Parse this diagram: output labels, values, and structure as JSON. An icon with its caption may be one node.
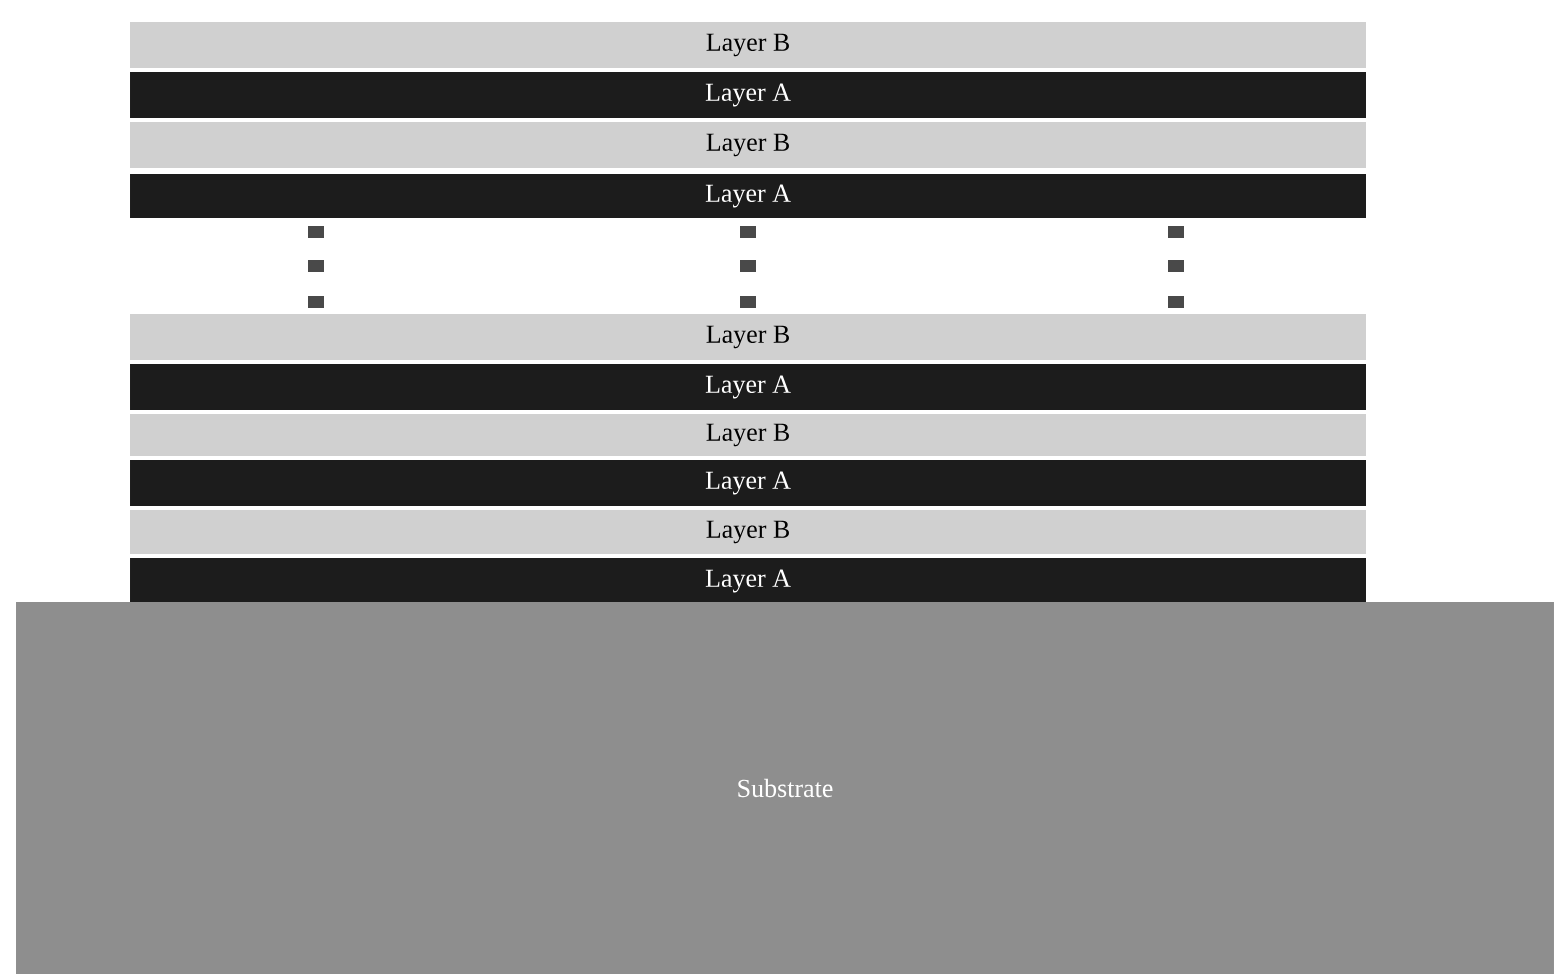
{
  "diagram": {
    "nodes": [
      {
        "text": [
          "Layer B"
        ]
      },
      {
        "text": [
          "Layer A"
        ]
      },
      {
        "text": [
          "Layer B"
        ]
      },
      {
        "text": [
          "Layer A"
        ]
      },
      {
        "text": [
          "Layer B"
        ]
      },
      {
        "text": [
          "Layer A"
        ]
      },
      {
        "text": [
          "Layer B"
        ]
      },
      {
        "text": [
          "Layer A"
        ]
      },
      {
        "text": [
          "Layer B"
        ]
      },
      {
        "text": [
          "Layer A"
        ]
      },
      {
        "text": [
          "Substrate"
        ]
      }
    ]
  }
}
